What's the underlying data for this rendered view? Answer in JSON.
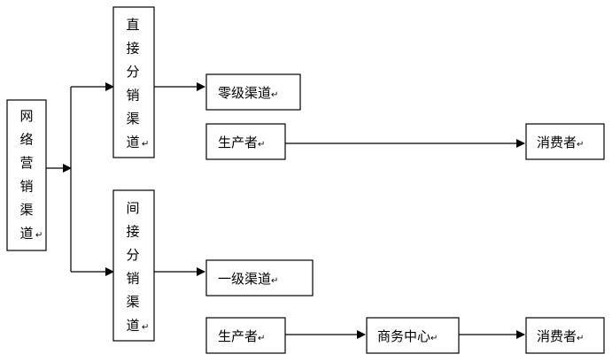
{
  "nodes": {
    "network_channel": {
      "label": "网络营销渠道"
    },
    "direct_channel": {
      "label": "直接分销渠道"
    },
    "indirect_channel": {
      "label": "间接分销渠道"
    },
    "zero_level": {
      "label": "零级渠道"
    },
    "one_level": {
      "label": "一级渠道"
    },
    "producer_top": {
      "label": "生产者"
    },
    "consumer_top": {
      "label": "消费者"
    },
    "producer_bottom": {
      "label": "生产者"
    },
    "business_center": {
      "label": "商务中心"
    },
    "consumer_bottom": {
      "label": "消费者"
    }
  },
  "return_mark": "↵"
}
